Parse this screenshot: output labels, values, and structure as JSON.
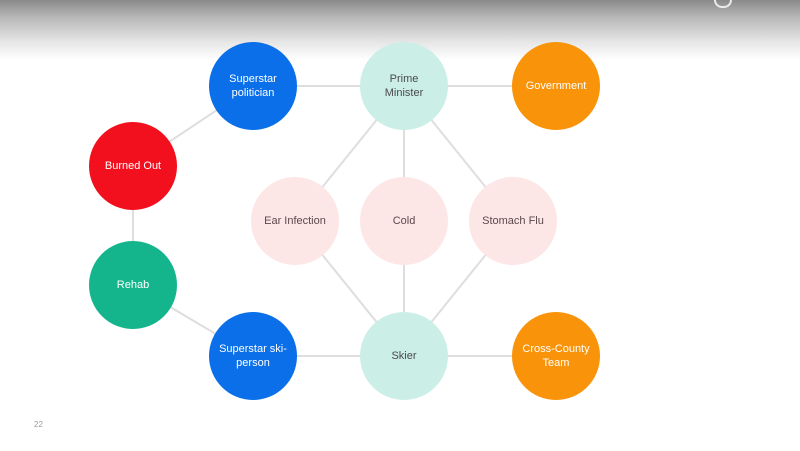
{
  "slide": {
    "page_number": "22"
  },
  "colors": {
    "blue": "#0a6fe8",
    "red": "#f2101f",
    "green": "#14b58c",
    "orange": "#f99309",
    "mint": "#cbeee6",
    "pink": "#fde6e6",
    "edge": "#dedede"
  },
  "nodes": {
    "superstar_politician": {
      "label": "Superstar politician",
      "color": "blue"
    },
    "prime_minister": {
      "label": "Prime Minister",
      "color": "mint"
    },
    "government": {
      "label": "Government",
      "color": "orange"
    },
    "burned_out": {
      "label": "Burned Out",
      "color": "red"
    },
    "ear_infection": {
      "label": "Ear Infection",
      "color": "pink"
    },
    "cold": {
      "label": "Cold",
      "color": "pink"
    },
    "stomach_flu": {
      "label": "Stomach Flu",
      "color": "pink"
    },
    "rehab": {
      "label": "Rehab",
      "color": "green"
    },
    "superstar_ski_person": {
      "label": "Superstar ski-person",
      "color": "blue"
    },
    "skier": {
      "label": "Skier",
      "color": "mint"
    },
    "cross_county_team": {
      "label": "Cross-County Team",
      "color": "orange"
    }
  },
  "edges": [
    [
      "superstar_politician",
      "prime_minister"
    ],
    [
      "prime_minister",
      "government"
    ],
    [
      "superstar_politician",
      "burned_out"
    ],
    [
      "burned_out",
      "rehab"
    ],
    [
      "rehab",
      "superstar_ski_person"
    ],
    [
      "superstar_ski_person",
      "skier"
    ],
    [
      "skier",
      "cross_county_team"
    ],
    [
      "prime_minister",
      "ear_infection"
    ],
    [
      "prime_minister",
      "cold"
    ],
    [
      "prime_minister",
      "stomach_flu"
    ],
    [
      "ear_infection",
      "skier"
    ],
    [
      "cold",
      "skier"
    ],
    [
      "stomach_flu",
      "skier"
    ]
  ]
}
